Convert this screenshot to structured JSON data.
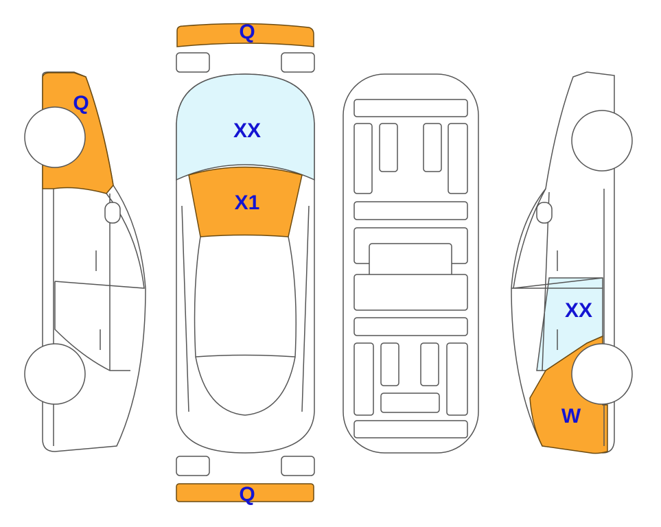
{
  "diagram": {
    "colors": {
      "damage": "#FBA72F",
      "glass": "#DDF6FC",
      "label": "#1414D2"
    },
    "labels": {
      "front_bumper": "Q",
      "rear_bumper": "Q",
      "left_front": "Q",
      "windshield": "XX",
      "hood": "X1",
      "right_rear_window": "XX",
      "right_rear_fender": "W"
    }
  }
}
